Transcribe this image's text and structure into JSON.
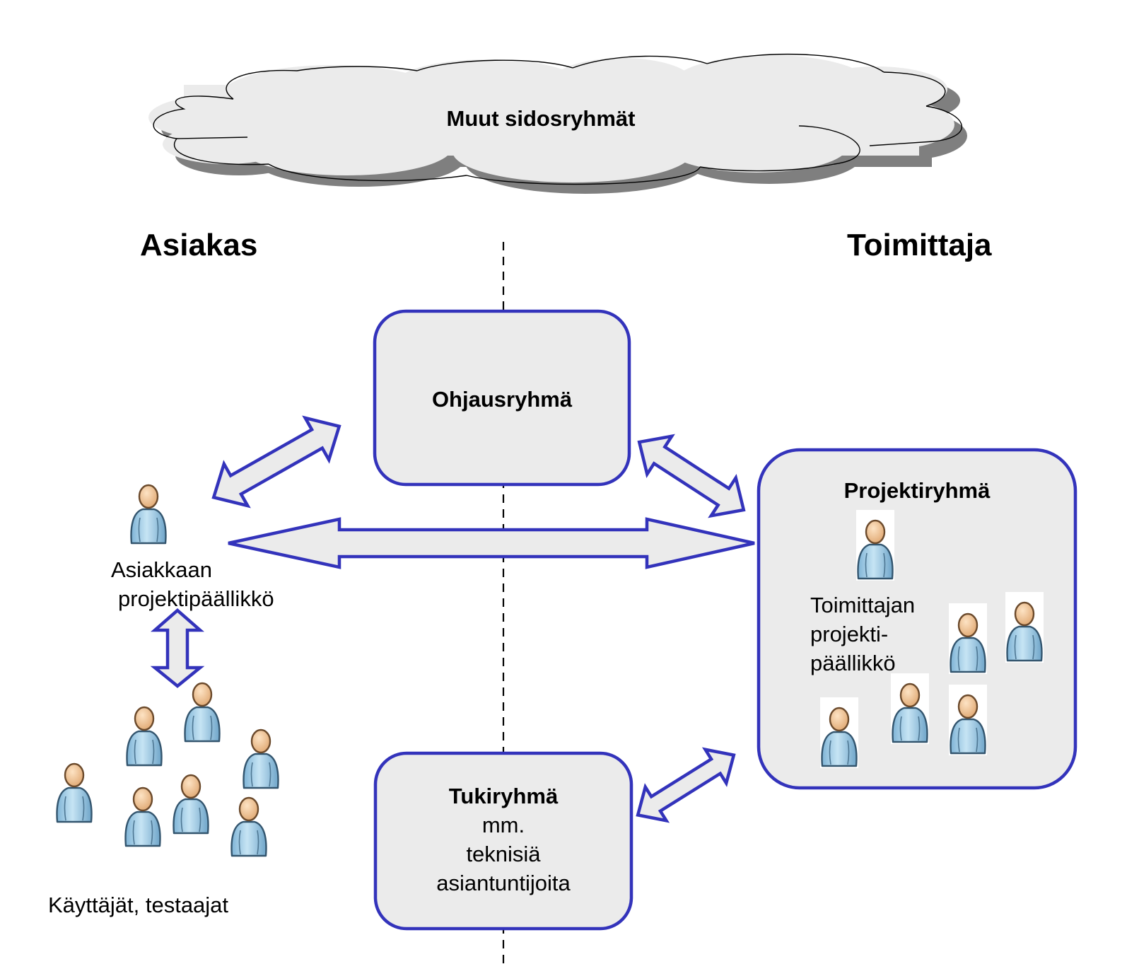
{
  "cloud": {
    "label": "Muut sidosryhmät"
  },
  "sides": {
    "customer": "Asiakas",
    "supplier": "Toimittaja"
  },
  "steering_group": {
    "label": "Ohjausryhmä"
  },
  "project_group": {
    "label": "Projektiryhmä",
    "manager_lines": [
      "Toimittajan",
      "projekti-",
      "päällikkö"
    ]
  },
  "support_group": {
    "title": "Tukiryhmä",
    "lines": [
      "mm.",
      "teknisiä",
      "asiantuntijoita"
    ]
  },
  "customer_manager": {
    "lines": [
      "Asiakkaan",
      "projektipäällikkö"
    ]
  },
  "users": {
    "label": "Käyttäjät, testaajat"
  },
  "colors": {
    "border": "#3333bb",
    "box_fill": "#ebebeb",
    "cloud_fill": "#ebebeb",
    "cloud_shadow": "#7f7f7f",
    "person_body": "#a9d3ea",
    "person_head": "#f3c9a0"
  },
  "icons": {
    "person": "person-icon"
  }
}
